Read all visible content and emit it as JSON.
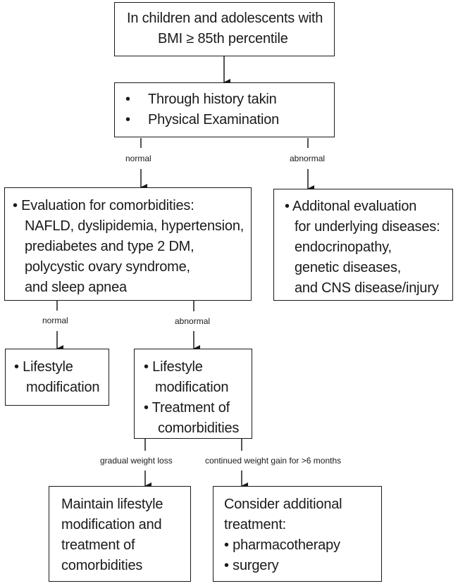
{
  "start": {
    "line1": "In children and adolescents with",
    "line2": "BMI ≥ 85th percentile"
  },
  "history": {
    "b1": "•",
    "item1": "Through history takin",
    "b2": "•",
    "item2": "Physical Examination"
  },
  "labels": {
    "normal1": "normal",
    "abnormal1": "abnormal",
    "normal2": "normal",
    "abnormal2": "abnormal",
    "gradual": "gradual  weight loss",
    "continued": "continued weight gain for >6 months"
  },
  "evaluation": {
    "line1": "• Evaluation for comorbidities:",
    "line2": "NAFLD, dyslipidemia, hypertension,",
    "line3": "prediabetes and type 2 DM,",
    "line4": "polycystic ovary syndrome,",
    "line5": "and sleep apnea"
  },
  "additional": {
    "line1": "• Additonal evaluation",
    "line2": "for underlying diseases:",
    "line3": "endocrinopathy,",
    "line4": "genetic diseases,",
    "line5": "and CNS disease/injury"
  },
  "lifestyle": {
    "line1": "• Lifestyle",
    "line2": "modification"
  },
  "treatment": {
    "line1": "• Lifestyle",
    "line2": "modification",
    "line3": "• Treatment of",
    "line4": "comorbidities"
  },
  "maintain": {
    "line1": "Maintain lifestyle",
    "line2": "modification and",
    "line3": "treatment of",
    "line4": "comorbidities"
  },
  "consider": {
    "line1": "Consider additional",
    "line2": "treatment:",
    "line3": "• pharmacotherapy",
    "line4": "• surgery"
  }
}
